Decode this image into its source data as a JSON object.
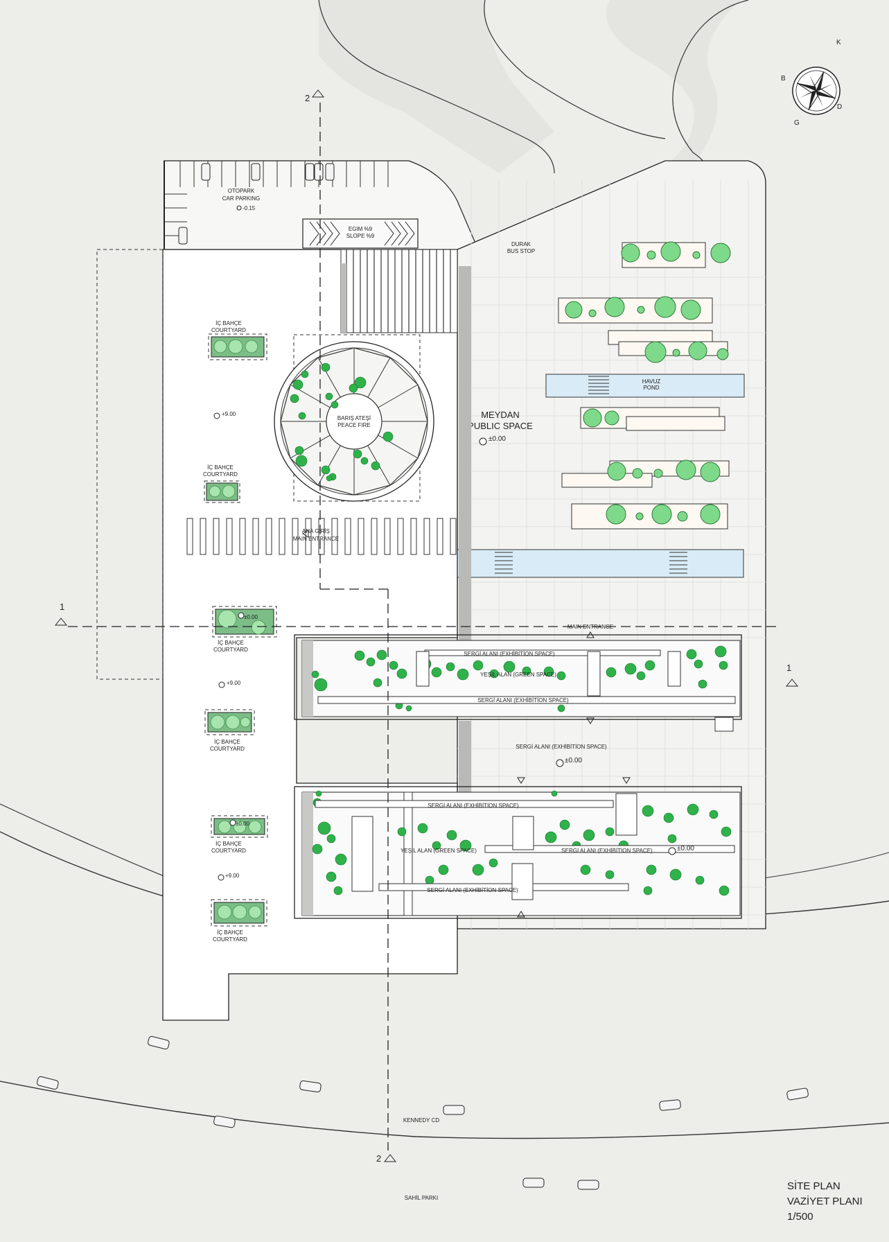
{
  "labels": {
    "otopark": "OTOPARK",
    "car_parking": "CAR PARKING",
    "level_parking": "-0.15",
    "egim": "EGIM %9",
    "slope": "SLOPE %9",
    "durak": "DURAK",
    "bus_stop": "BUS STOP",
    "ic_bahce": "İÇ BAHÇE",
    "courtyard": "COURTYARD",
    "baris_atesi": "BARIŞ ATEŞİ",
    "peace_fire": "PEACE FIRE",
    "ana_giris": "ANA GİRİŞ",
    "main_entrance_tr": "MAIN ENTRANCE",
    "meydan": "MEYDAN",
    "public_space": "PUBLIC SPACE",
    "level_zero": "±0.00",
    "level_nine": "+9.00",
    "havuz": "HAVUZ",
    "pond": "POND",
    "main_entrance": "MAIN ENTRANCE",
    "sergi_alani": "SERGİ ALANI (EXHİBİTİON SPACE)",
    "yesil_alan": "YEŞİL ALAN (GREEN SPACE)",
    "sergi_alani_center": "SERGİ ALANI (EXHİBİTİON SPACE)",
    "kennedy": "KENNEDY CD",
    "sahil": "SAHİL PARKI",
    "section_1": "1",
    "section_2": "2"
  },
  "compass": {
    "n": "K",
    "s": "G",
    "e": "D",
    "w": "B"
  },
  "title_block": {
    "line1": "SİTE PLAN",
    "line2": "VAZİYET PLANI",
    "scale": "1/500"
  }
}
